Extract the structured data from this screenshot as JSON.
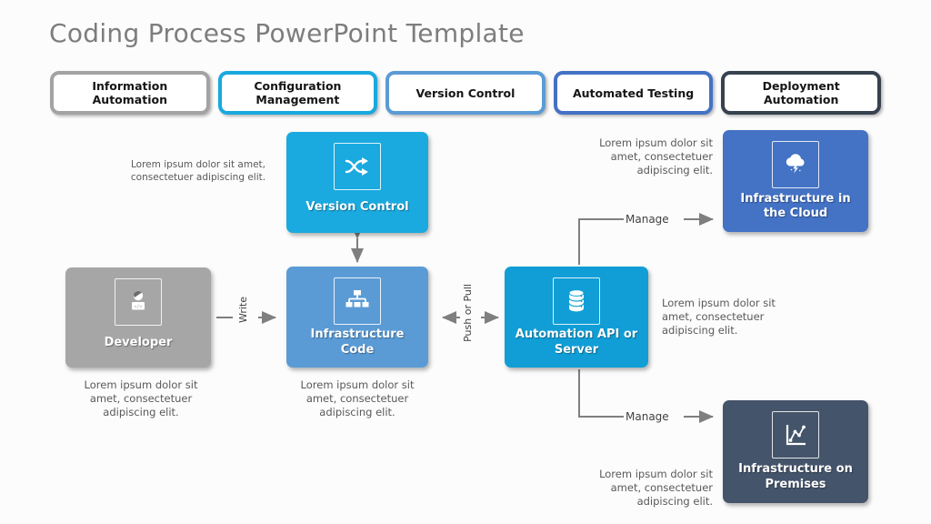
{
  "title": "Coding Process PowerPoint Template",
  "tabs": [
    {
      "label": "Information Automation",
      "border_color": "#a3a3a3"
    },
    {
      "label": "Configuration Management",
      "border_color": "#18a9de"
    },
    {
      "label": "Version Control",
      "border_color": "#5b9bd5"
    },
    {
      "label": "Automated Testing",
      "border_color": "#4472c4"
    },
    {
      "label": "Deployment Automation",
      "border_color": "#37424f"
    }
  ],
  "nodes": {
    "version_control": {
      "label": "Version Control",
      "color": "#1aaae0",
      "icon": "shuffle-icon"
    },
    "developer": {
      "label": "Developer",
      "color": "#a6a6a6",
      "icon": "developer-icon"
    },
    "infrastructure_code": {
      "label": "Infrastructure Code",
      "color": "#5b9bd5",
      "icon": "hierarchy-icon"
    },
    "automation_api": {
      "label": "Automation API or Server",
      "color": "#119ed6",
      "icon": "database-icon"
    },
    "cloud": {
      "label": "Infrastructure in the Cloud",
      "color": "#4472c4",
      "icon": "cloud-lightning-icon"
    },
    "premises": {
      "label": "Infrastructure on Premises",
      "color": "#44546a",
      "icon": "line-chart-icon"
    }
  },
  "edge_labels": {
    "write": "Write",
    "push_pull": "Push or Pull",
    "manage_top": "Manage",
    "manage_bottom": "Manage"
  },
  "lorem": {
    "version_control": "Lorem ipsum dolor sit amet, consectetuer adipiscing elit.",
    "developer": "Lorem ipsum dolor sit amet, consectetuer adipiscing elit.",
    "infrastructure_code": "Lorem ipsum dolor sit amet, consectetuer adipiscing elit.",
    "automation_api": "Lorem ipsum dolor sit amet, consectetuer adipiscing elit.",
    "cloud": "Lorem ipsum dolor sit amet, consectetuer adipiscing elit.",
    "premises": "Lorem ipsum dolor sit amet, consectetuer adipiscing elit."
  },
  "colors": {
    "title_text": "#7d7d7d",
    "body_text": "#595959",
    "connector": "#7f7f7f",
    "cyan": "#1aaae0",
    "cyan_dark": "#119ed6",
    "blue": "#5b9bd5",
    "royal_blue": "#4472c4",
    "slate": "#44546a",
    "gray": "#a6a6a6"
  }
}
